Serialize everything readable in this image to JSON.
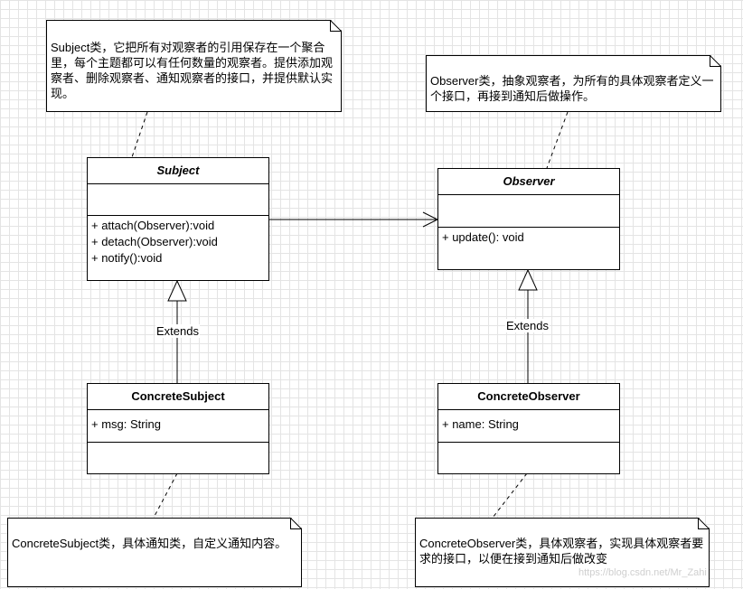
{
  "notes": {
    "subject": "Subject类，它把所有对观察者的引用保存在一个聚合里，每个主题都可以有任何数量的观察者。提供添加观察者、删除观察者、通知观察者的接口，并提供默认实现。",
    "observer": "Observer类，抽象观察者，为所有的具体观察者定义一个接口，再接到通知后做操作。",
    "concrete_subject": "ConcreteSubject类，具体通知类，自定义通知内容。",
    "concrete_observer": "ConcreteObserver类，具体观察者，实现具体观察者要求的接口，以便在接到通知后做改变"
  },
  "classes": {
    "subject": {
      "name": "Subject",
      "attributes": [],
      "methods": [
        "+ attach(Observer):void",
        "+ detach(Observer):void",
        "+ notify():void"
      ]
    },
    "observer": {
      "name": "Observer",
      "attributes": [],
      "methods": [
        "+ update(): void"
      ]
    },
    "concrete_subject": {
      "name": "ConcreteSubject",
      "attributes": [
        "+ msg: String"
      ],
      "methods": []
    },
    "concrete_observer": {
      "name": "ConcreteObserver",
      "attributes": [
        "+ name: String"
      ],
      "methods": []
    }
  },
  "relations": {
    "extends_left": "Extends",
    "extends_right": "Extends"
  },
  "watermark": "https://blog.csdn.net/Mr_Zahi",
  "colors": {
    "line": "#000000",
    "grid": "#e4e4e4",
    "background": "#ffffff"
  }
}
